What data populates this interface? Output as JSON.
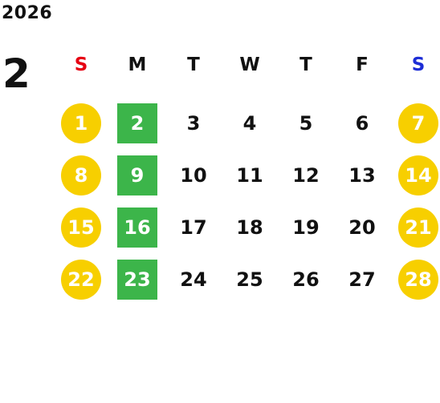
{
  "calendar": {
    "year": "2026",
    "month": "2",
    "colors": {
      "sunday_header": "#e60012",
      "saturday_header": "#1d2dd6",
      "weekday_header": "#111111",
      "weekend_marker": "#f7cf00",
      "monday_marker": "#3cb54a",
      "day_text": "#111111",
      "marked_text": "#ffffff"
    },
    "weekdays": [
      "S",
      "M",
      "T",
      "W",
      "T",
      "F",
      "S"
    ],
    "weeks": [
      [
        "1",
        "2",
        "3",
        "4",
        "5",
        "6",
        "7"
      ],
      [
        "8",
        "9",
        "10",
        "11",
        "12",
        "13",
        "14"
      ],
      [
        "15",
        "16",
        "17",
        "18",
        "19",
        "20",
        "21"
      ],
      [
        "22",
        "23",
        "24",
        "25",
        "26",
        "27",
        "28"
      ]
    ],
    "marker_shapes": [
      "circle",
      "square",
      "none",
      "none",
      "none",
      "none",
      "circle"
    ]
  }
}
